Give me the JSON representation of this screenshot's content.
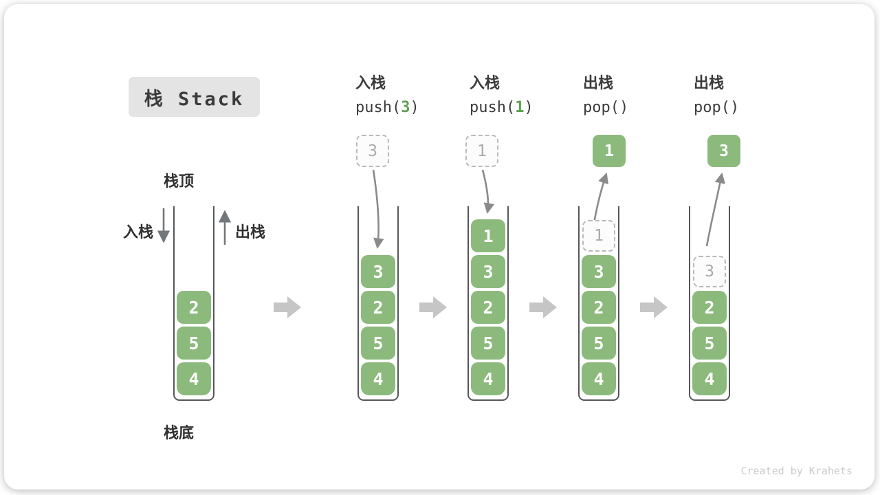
{
  "title": "栈 Stack",
  "watermark": "Created by Krahets",
  "labels": {
    "top": "栈顶",
    "bottom": "栈底",
    "push": "入栈",
    "pop": "出栈"
  },
  "headers": [
    {
      "cn": "入栈",
      "pre": "push(",
      "arg": "3",
      "suf": ")"
    },
    {
      "cn": "入栈",
      "pre": "push(",
      "arg": "1",
      "suf": ")"
    },
    {
      "cn": "出栈",
      "pre": "pop(",
      "arg": "",
      "suf": ")"
    },
    {
      "cn": "出栈",
      "pre": "pop(",
      "arg": "",
      "suf": ")"
    }
  ],
  "colors": {
    "cell_green": "#8cba7c",
    "accent_green": "#5fa052",
    "curve_arrow_grey": "#8a8a8a",
    "block_arrow_grey": "#c6c6c6",
    "well_border": "#54575a"
  },
  "stacks": [
    {
      "name": "initial",
      "cells_bottom_to_top": [
        "4",
        "5",
        "2"
      ]
    },
    {
      "name": "after-push-3",
      "cells_bottom_to_top": [
        "4",
        "5",
        "2",
        "3"
      ],
      "float": {
        "style": "dashed",
        "value": "3"
      }
    },
    {
      "name": "after-push-1",
      "cells_bottom_to_top": [
        "4",
        "5",
        "2",
        "3",
        "1"
      ],
      "float": {
        "style": "dashed",
        "value": "1"
      }
    },
    {
      "name": "after-pop-1",
      "cells_bottom_to_top": [
        "4",
        "5",
        "2",
        "3"
      ],
      "ghost": "1",
      "float": {
        "style": "solid",
        "value": "1"
      }
    },
    {
      "name": "after-pop-3",
      "cells_bottom_to_top": [
        "4",
        "5",
        "2"
      ],
      "ghost": "3",
      "float": {
        "style": "solid",
        "value": "3"
      }
    }
  ]
}
